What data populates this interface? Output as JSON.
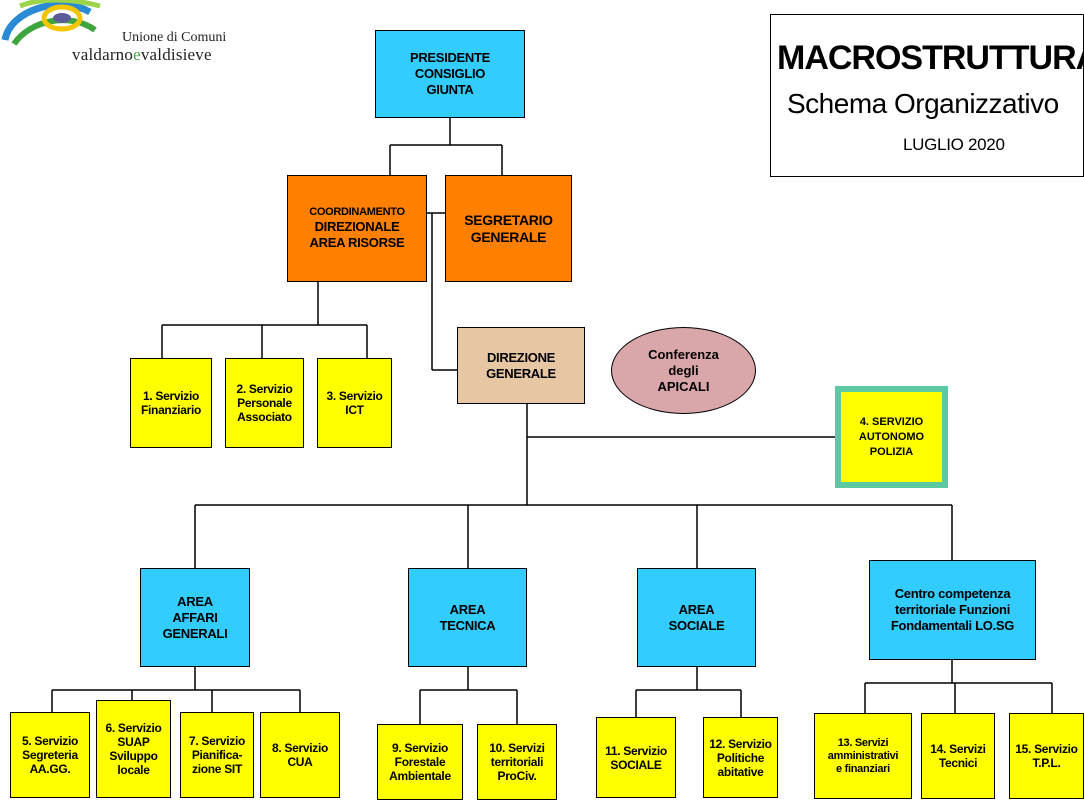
{
  "logo": {
    "line1": "Unione di Comuni",
    "line2_a": "valdarno",
    "line2_e": "e",
    "line2_b": "valdisieve"
  },
  "title": {
    "main": "MACROSTRUTTURA",
    "sub": "Schema Organizzativo",
    "date": "LUGLIO 2020"
  },
  "nodes": {
    "presidente": "PRESIDENTE\nCONSIGLIO\nGIUNTA",
    "coordinamento_top": "COORDINAMENTO",
    "coordinamento_rest": "DIREZIONALE\nAREA RISORSE",
    "segretario": "SEGRETARIO\nGENERALE",
    "direzione": "DIREZIONE\nGENERALE",
    "conferenza": "Conferenza\ndegli\nAPICALI",
    "s1": "1. Servizio\nFinanziario",
    "s2": "2. Servizio\nPersonale\nAssociato",
    "s3": "3. Servizio\nICT",
    "s4": "4. SERVIZIO\nAUTONOMO\nPOLIZIA",
    "area_affari": "AREA\nAFFARI\nGENERALI",
    "area_tecnica": "AREA\nTECNICA",
    "area_sociale": "AREA\nSOCIALE",
    "centro": "Centro competenza\nterritoriale Funzioni\nFondamentali LO.SG",
    "s5": "5. Servizio\nSegreteria\nAA.GG.",
    "s6": "6. Servizio\nSUAP\nSviluppo\nlocale",
    "s7": "7. Servizio\nPianifica-\nzione SIT",
    "s8": "8. Servizio\nCUA",
    "s9": "9. Servizio\nForestale\nAmbientale",
    "s10": "10. Servizi\nterritoriali\nProCiv.",
    "s11": "11. Servizio\nSOCIALE",
    "s12": "12. Servizio\nPolitiche\nabitative",
    "s13": "13. Servizi\namministrativi\ne finanziari",
    "s14": "14. Servizi\nTecnici",
    "s15": "15. Servizio\nT.P.L."
  },
  "colors": {
    "blue": "#33ccff",
    "orange": "#ff8000",
    "yellow": "#ffff00",
    "tan": "#e6c6a3",
    "ellipse": "#d9a6a9",
    "police_border": "#5cc9a2"
  }
}
